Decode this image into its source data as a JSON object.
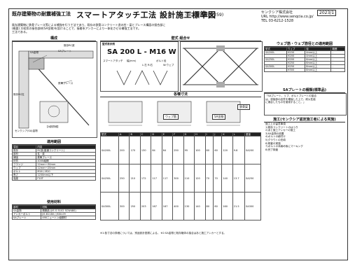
{
  "header": {
    "title_left": "既存建築物の耐震補強工法",
    "title_main": "スマートアタッチ工法 設計施工標準図",
    "code": "(BCJ-審査証明-259)",
    "company": [
      "センクシア株式会社",
      "URL http://www.senqcia.co.jp/",
      "TEL 03-6212-1528"
    ],
    "doc_no": "2023/1"
  },
  "intro_lines": [
    "既存建築物に鉄骨ブレース等による補強を行う工法であり、既存の鉄筋コンクリート造の柱・梁とブレース構面の接合部に",
    "(概要) 方杖状の接合部材(SA金物)を設けることで、接着系アンカーにより一体化させる補強工法です。",
    "工法である。"
  ],
  "sections": {
    "kosei": "構成",
    "kabe": "壁式  組合せ",
    "katashiki": "型式表示例",
    "kakushu": "各種寸法",
    "web_hyo": "ウェブ筋・ウェブ筋径との適用範囲",
    "sa_plate": "SAプレートの種類(標準品)",
    "kumitate": "施工(センクシア認定施工者による実施)",
    "tekiyo": "適用範囲",
    "shiyo": "使用材料"
  },
  "katashiki_code": "SA 200 L - M16 W",
  "katashiki_labels": [
    "スマートアタッチ",
    "幅(mm)",
    "L:左 R:右",
    "ボルト径",
    "W:ウェブ"
  ],
  "kosei_labels": [
    "SA金物",
    "SAプレート",
    "既存RC柱",
    "既存RC梁",
    "鉄骨ブレース",
    "センクシア(SA)金物",
    "【A部詳細】"
  ],
  "sa_plate_note": [
    "「SAプレート、リブ、ボルトプレートの接合",
    "は、溶接部の品質を確保した上で、耐火性能",
    "に適合したものを使用すること。」"
  ],
  "kumitate_note": [
    "施工上の留意事項",
    "1)既存コンクリートのはつり",
    "2)あと施工アンカーの施工",
    "3)SA金物の設置",
    "4)ボルトの締付け",
    "5)グラウトの充填",
    "6)検査の実施",
    "7)ボルトの本締め後にマーキング",
    "8)完了検査"
  ],
  "tekiyo_table": {
    "head": [
      "項目",
      "内容"
    ],
    "rows": [
      [
        "既存",
        "RC造(普通コンクリート)"
      ],
      [
        "部材",
        "柱・梁"
      ],
      [
        "補強",
        "鉄骨ブレース"
      ],
      [
        "材質",
        "400N級鋼"
      ],
      [
        "フランジ",
        "12mm〜30mm"
      ],
      [
        "ウェブ",
        "12mm〜25mm"
      ],
      [
        "ボルト",
        "M16 / M20"
      ],
      [
        "長さ",
        "1200mm以下"
      ],
      [
        "強度",
        "F10T"
      ]
    ]
  },
  "shiyo_table": {
    "head": [
      "部材",
      "材料"
    ],
    "rows": [
      [
        "SA金物",
        "鋳鋼品 (JIS G 5102 SCW480)"
      ],
      [
        "アンカーボルト",
        "JIS B1180 / JSSII-09"
      ],
      [
        "SAプレート",
        "490ニュートン級鋼材"
      ]
    ]
  },
  "web_table": {
    "head": [
      "型式",
      "ウェブ",
      "径",
      "範囲"
    ],
    "rows": [
      [
        "SA200L",
        "H150",
        "4mm以上",
        "-"
      ],
      [
        "",
        "H200",
        "4mm以上",
        "-"
      ],
      [
        "SA250L",
        "H200",
        "6mm以上",
        "-"
      ],
      [
        "",
        "H250",
        "6mm以上",
        "-"
      ],
      [
        "SA300L",
        "H250",
        "8mm以上",
        "-"
      ],
      [
        "",
        "H300",
        "8mm以上",
        "-"
      ]
    ]
  },
  "dim_table": {
    "head": [
      "型式",
      "A",
      "B",
      "C",
      "D",
      "E",
      "F",
      "G",
      "H",
      "I",
      "J",
      "K",
      "L",
      "重量"
    ],
    "rows": [
      [
        "SA200L",
        "200",
        "170",
        "130",
        "84",
        "84",
        "250",
        "95",
        "100",
        "60",
        "60",
        "120",
        "9.8",
        "SA200"
      ],
      [
        "SA250L",
        "250",
        "210",
        "172",
        "117",
        "117",
        "300",
        "110",
        "120",
        "70",
        "70",
        "140",
        "13.7",
        "SA250"
      ],
      [
        "SA300L",
        "300",
        "250",
        "203",
        "167",
        "167",
        "400",
        "130",
        "140",
        "80",
        "80",
        "160",
        "21.5",
        "SA300"
      ]
    ]
  },
  "footer_note": "※1:各寸法の詳細については、別途設計図書による。 ※2:SA金物と既存躯体の接合はあと施工アンカーとする。",
  "badges": [
    "ウェブ筋",
    "SA金物",
    "鉄骨梁"
  ]
}
